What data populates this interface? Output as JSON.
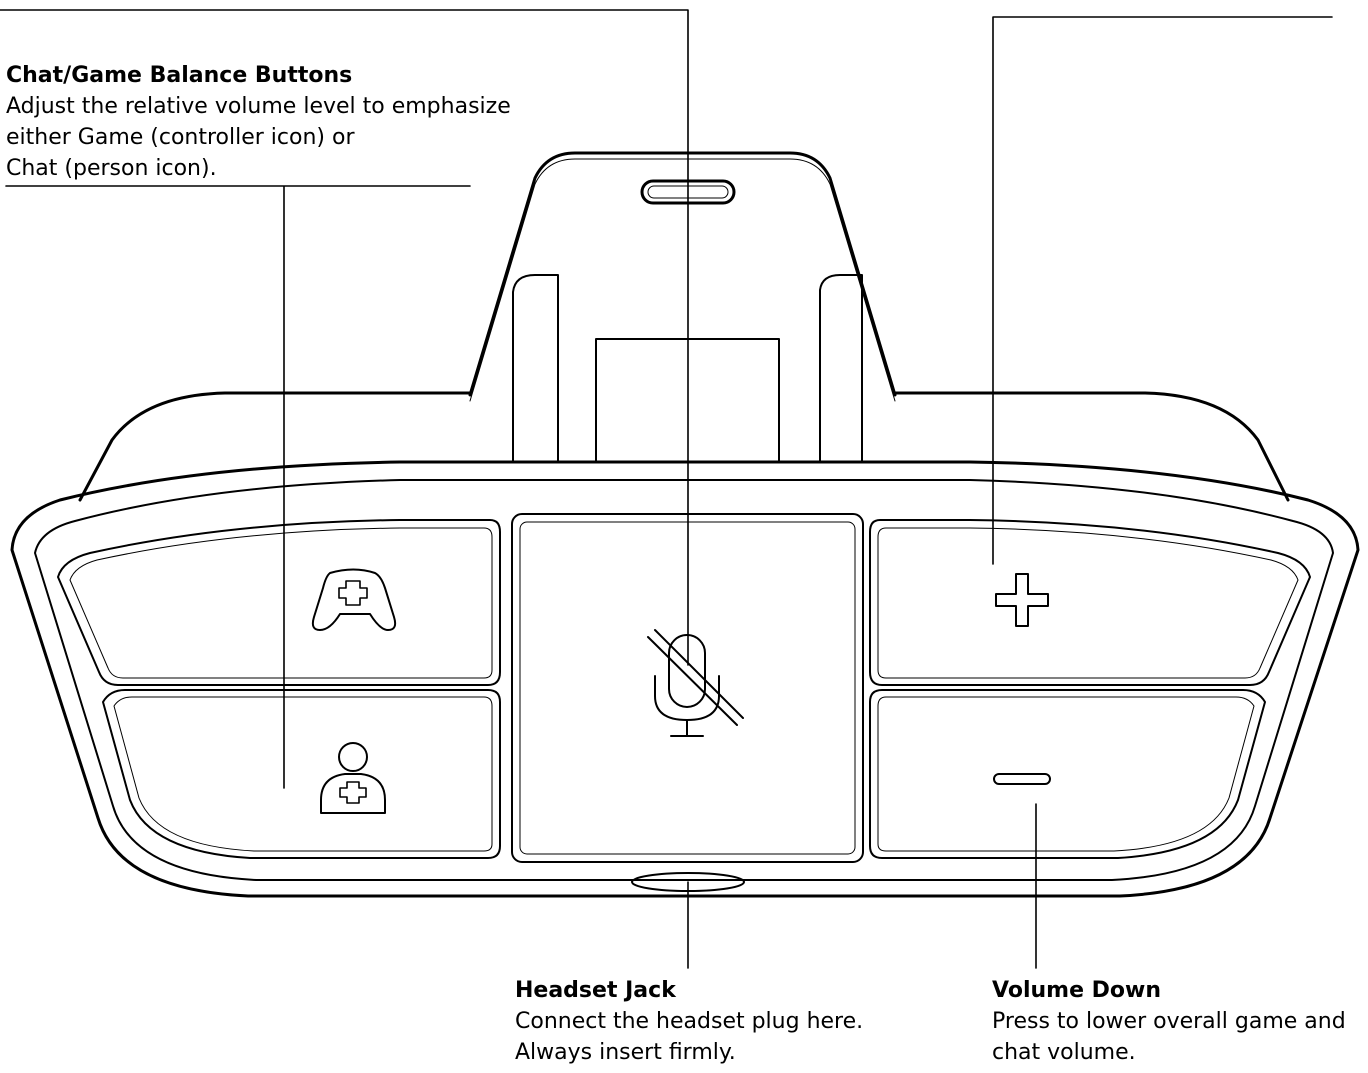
{
  "callouts": {
    "balance": {
      "title": "Chat/Game Balance Buttons",
      "lines": [
        "Adjust the relative volume level to emphasize",
        "either Game (controller icon) or",
        "Chat (person icon)."
      ]
    },
    "headset_jack": {
      "title": "Headset Jack",
      "lines": [
        "Connect the headset plug here.",
        "Always insert firmly."
      ]
    },
    "volume_down": {
      "title": "Volume Down",
      "lines": [
        "Press to lower overall game and",
        "chat volume."
      ]
    }
  },
  "icons": {
    "game_button": "controller-plus-icon",
    "chat_button": "person-plus-icon",
    "mute_button": "mic-muted-icon",
    "volume_up_button": "plus-icon",
    "volume_down_button": "minus-icon"
  },
  "colors": {
    "line": "#000000",
    "background": "#ffffff"
  }
}
